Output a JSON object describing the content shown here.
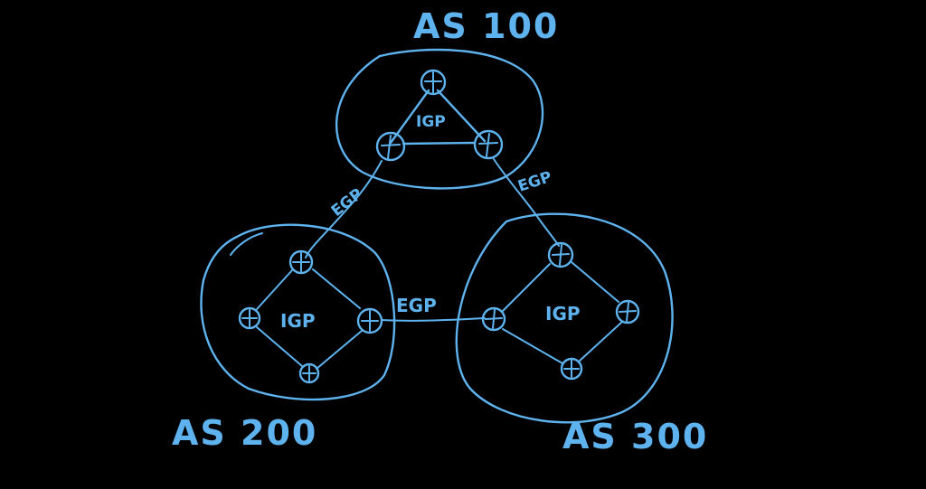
{
  "colors": {
    "background": "#000000",
    "stroke": "#5eb3ee"
  },
  "systems": [
    {
      "label": "AS 100",
      "inner": "IGP"
    },
    {
      "label": "AS 200",
      "inner": "IGP"
    },
    {
      "label": "AS 300",
      "inner": "IGP"
    }
  ],
  "links": {
    "egp_label": "EGP"
  }
}
